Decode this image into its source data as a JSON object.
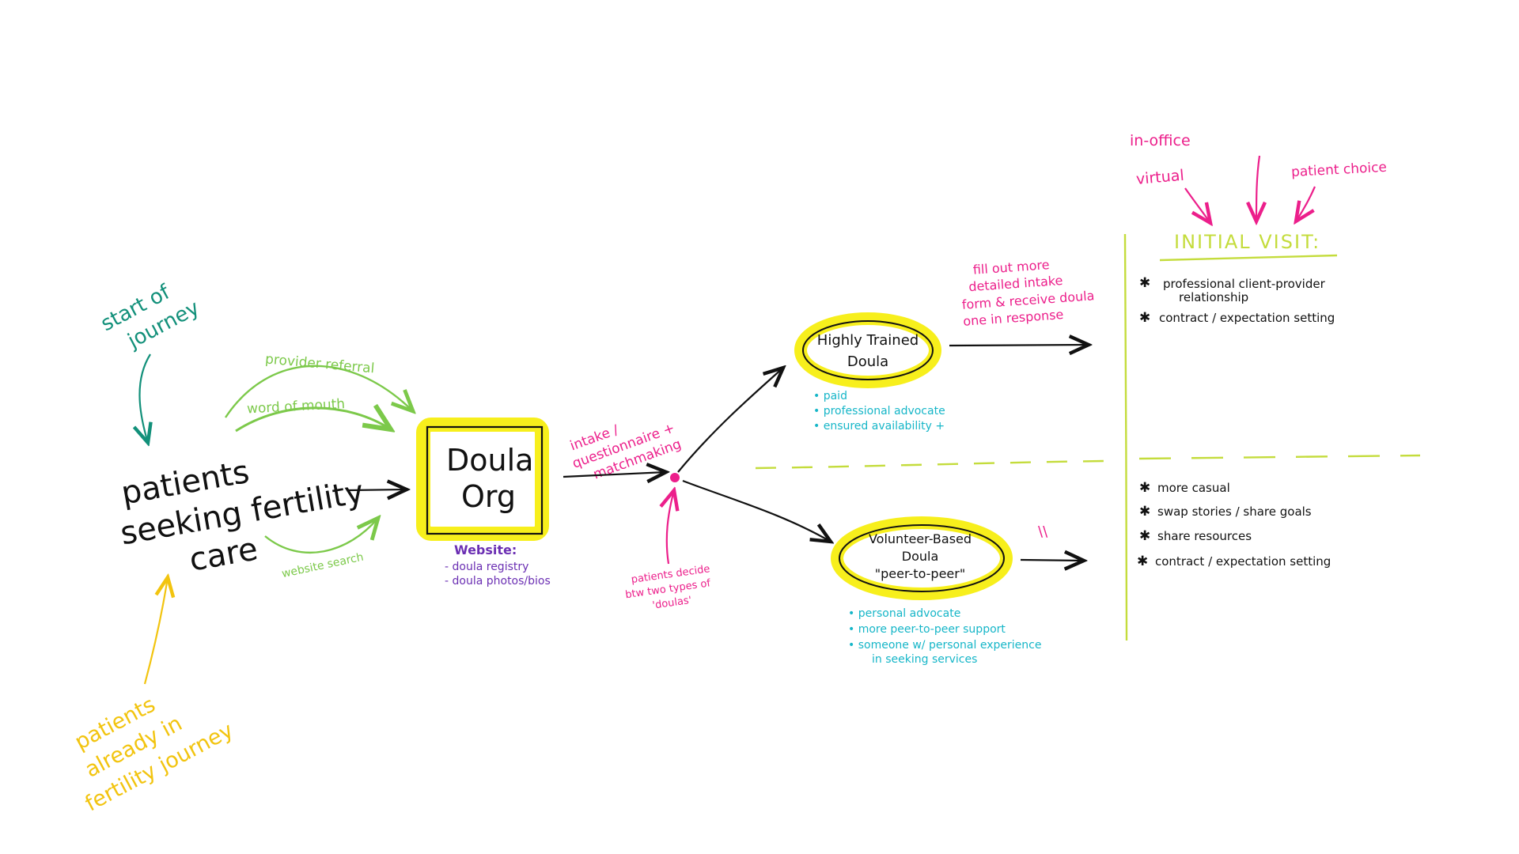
{
  "colors": {
    "teal": "#12907a",
    "green": "#7cc94a",
    "yellow": "#f2c40f",
    "highlight": "#f7ef1c",
    "magenta": "#ec1f8b",
    "purple": "#6b2fb3",
    "cyan": "#16b6c8",
    "black": "#111111",
    "lime": "#c4dc3c"
  },
  "start": {
    "line1": "start of",
    "line2": "journey"
  },
  "patients": {
    "line1": "patients",
    "line2": "seeking fertility",
    "line3": "care"
  },
  "already": {
    "line1": "patients",
    "line2": "already in",
    "line3": "fertility journey"
  },
  "paths": {
    "provider_referral": "provider referral",
    "word_of_mouth": "word of mouth",
    "website_search": "website search"
  },
  "doula_org": {
    "line1": "Doula",
    "line2": "Org",
    "website_title": "Website:",
    "items": [
      "- doula registry",
      "- doula photos/bios"
    ]
  },
  "intake": {
    "line1": "intake /",
    "line2": "questionnaire +",
    "line3": "matchmaking"
  },
  "decide": {
    "line1": "patients decide",
    "line2": "btw two types of",
    "line3": "'doulas'"
  },
  "trained": {
    "line1": "Highly Trained",
    "line2": "Doula",
    "bullets": [
      "• paid",
      "• professional advocate",
      "• ensured availability +"
    ]
  },
  "fill_out": {
    "line1": "fill out more",
    "line2": "detailed intake",
    "line3": "form & receive doula",
    "line4": "one in response"
  },
  "volunteer": {
    "line1": "Volunteer-Based",
    "line2": "Doula",
    "line3": "\"peer-to-peer\"",
    "bullets": [
      "• personal advocate",
      "• more peer-to-peer support",
      "• someone w/ personal experience",
      "in seeking services"
    ]
  },
  "ditto": "\\\\",
  "visit": {
    "title": "INITIAL VISIT:",
    "virtual": "virtual",
    "in_office": "in-office",
    "patient_choice": "patient choice",
    "top_items": [
      "professional client-provider",
      "relationship",
      "contract / expectation setting"
    ],
    "bottom_items": [
      "more casual",
      "swap stories / share goals",
      "share resources",
      "contract / expectation setting"
    ],
    "star": "✱"
  }
}
